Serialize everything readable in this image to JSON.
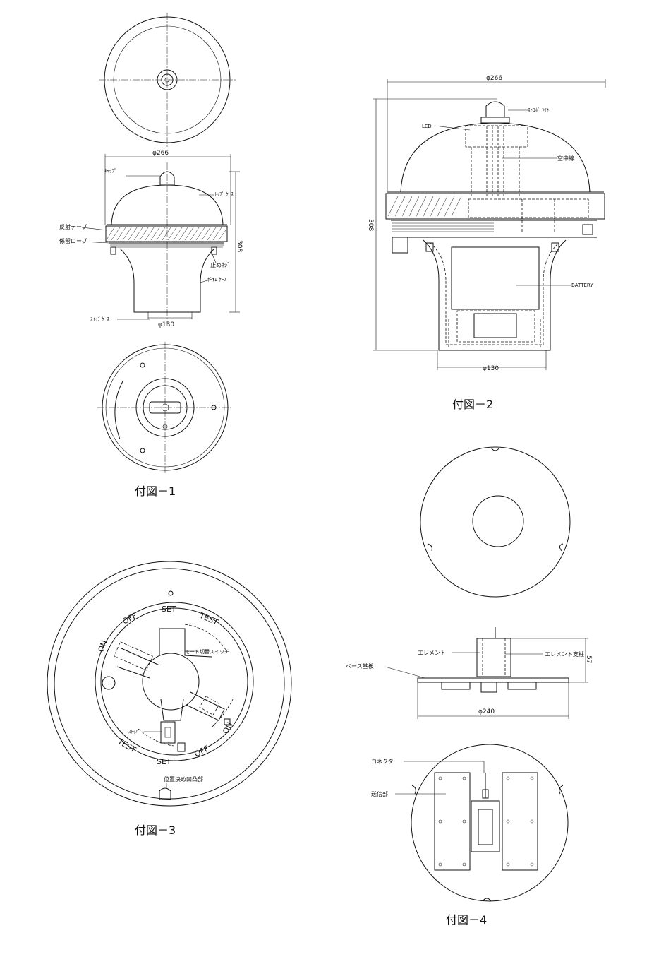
{
  "figure1": {
    "caption": "付図－1",
    "dim_diameter_top": "φ266",
    "dim_height": "308",
    "dim_diameter_bottom": "φ130",
    "labels": {
      "cap": "ｷｬｯﾌﾟ",
      "top_case": "ﾄｯﾌﾟ ｹｰｽ",
      "reflective_tape": "反射テープ",
      "mooring_rope": "係留ロープ",
      "stop_screw": "止めﾈｼﾞ",
      "bottom_case": "ﾎﾞﾄﾑ ｹｰｽ",
      "switch_case": "ｽｲｯﾁ ｹｰｽ"
    }
  },
  "figure2": {
    "caption": "付図－2",
    "dim_diameter_top": "φ266",
    "dim_height": "308",
    "dim_diameter_bottom": "φ130",
    "labels": {
      "strobe_light": "ｽﾄﾛﾎﾞ ﾗｲﾄ",
      "led": "LED",
      "aerial_wire": "空中線",
      "battery": "BATTERY"
    }
  },
  "figure3": {
    "caption": "付図－3",
    "ring_top": [
      "ON",
      "OFF",
      "SET",
      "TEST"
    ],
    "ring_bottom": [
      "TEST",
      "SET",
      "OFF",
      "ON"
    ],
    "labels": {
      "mode_switch": "モード切替スイッチ",
      "stopper": "ｽﾄｯﾊﾟ",
      "position_mark": "位置決め凹凸部"
    }
  },
  "figure4": {
    "caption": "付図－4",
    "dim_height": "57",
    "dim_diameter": "φ240",
    "labels": {
      "element": "エレメント",
      "element_support": "エレメント支柱",
      "base_plate": "ベース基板",
      "connector": "コネクタ",
      "transmitter": "送信部"
    }
  }
}
